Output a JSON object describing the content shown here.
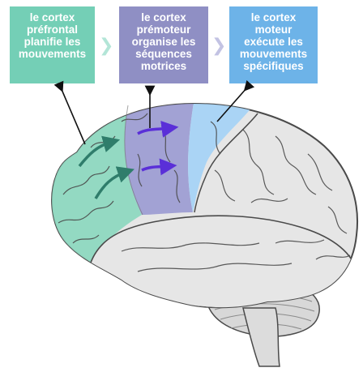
{
  "boxes": {
    "prefrontal": {
      "text": "le cortex\npréfrontal\nplanifie les\nmouvements",
      "color": "#74cfb6"
    },
    "premotor": {
      "text": "le cortex\nprémoteur\norganise les\nséquences\nmotrices",
      "color": "#8f8fc4"
    },
    "motor": {
      "text": "le cortex\nmoteur\nexécute les\nmouvements\nspécifiques",
      "color": "#6db3e8"
    }
  },
  "colors": {
    "prefrontal_region": "#8ed8c0",
    "premotor_region": "#9e9ed3",
    "motor_region": "#a7d3f5",
    "brain_gray": "#e6e6e6",
    "outline": "#4a4a4a",
    "teal_arrow": "#2f7d6b",
    "purple_arrow": "#5a2fd8"
  },
  "icons": [
    "chevron-right-icon",
    "chevron-right-icon"
  ]
}
